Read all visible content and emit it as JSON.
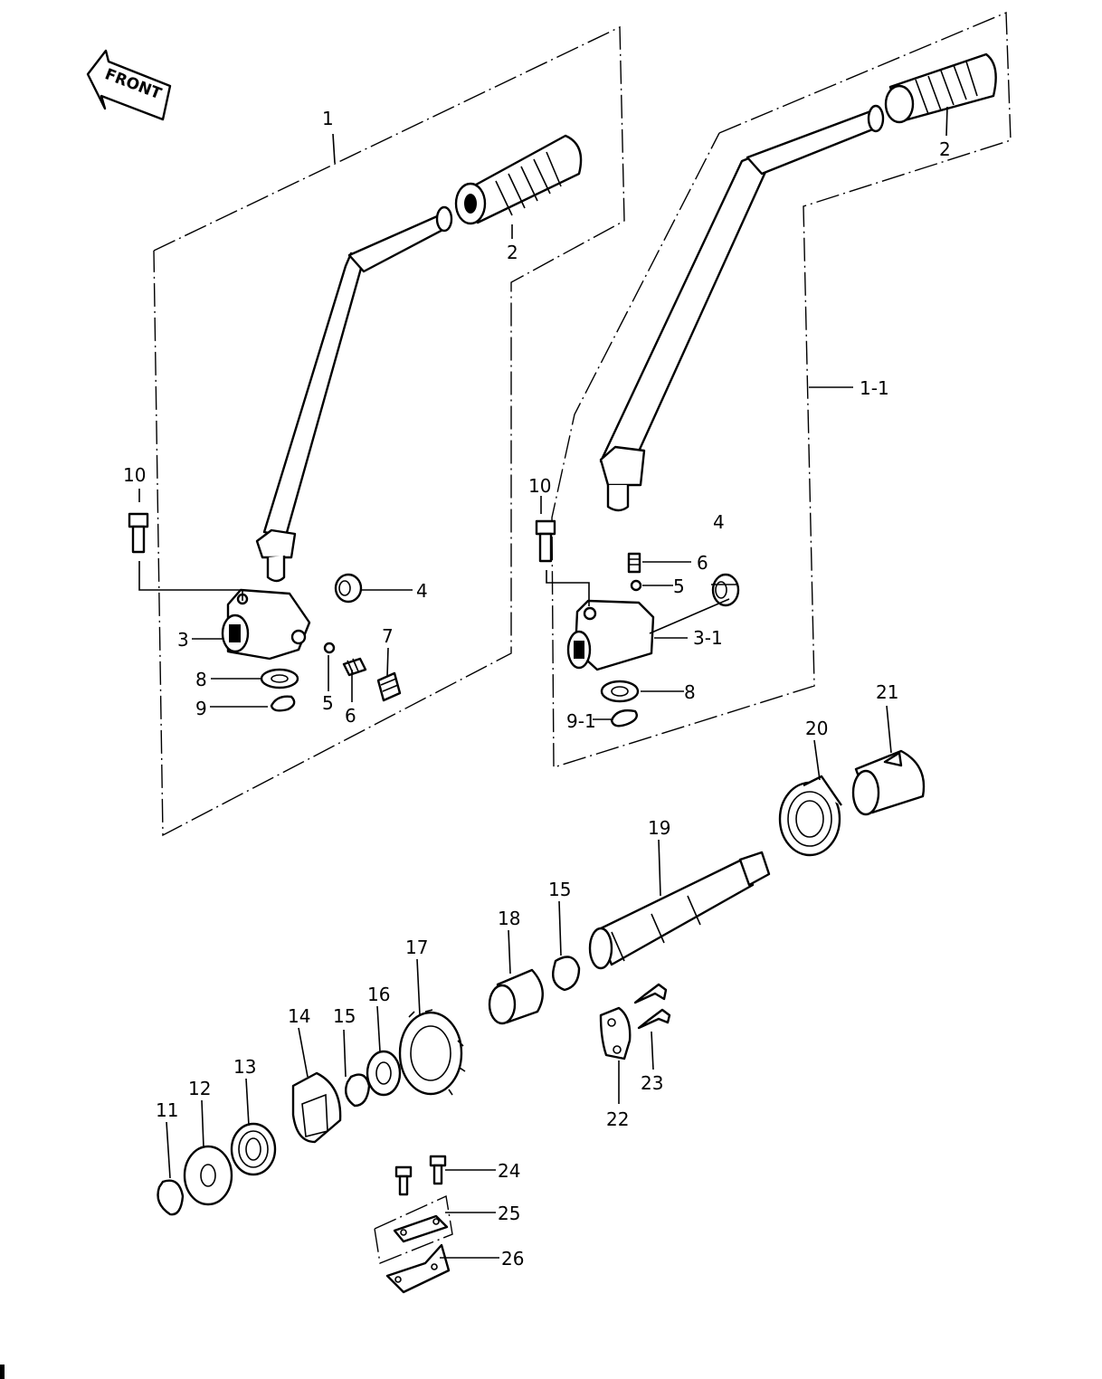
{
  "diagram": {
    "direction_label": "FRONT",
    "callouts": {
      "c1": "1",
      "c2a": "2",
      "c2b": "2",
      "c11": "1-1",
      "c10a": "10",
      "c10b": "10",
      "c3": "3",
      "c31": "3-1",
      "c4a": "4",
      "c4b": "4",
      "c5a": "5",
      "c5b": "5",
      "c6a": "6",
      "c6b": "6",
      "c7": "7",
      "c8a": "8",
      "c8b": "8",
      "c9": "9",
      "c91": "9-1",
      "c11p": "11",
      "c12": "12",
      "c13": "13",
      "c14": "14",
      "c15a": "15",
      "c15b": "15",
      "c16": "16",
      "c17": "17",
      "c18": "18",
      "c19": "19",
      "c20": "20",
      "c21": "21",
      "c22": "22",
      "c23": "23",
      "c24": "24",
      "c25": "25",
      "c26": "26"
    }
  }
}
